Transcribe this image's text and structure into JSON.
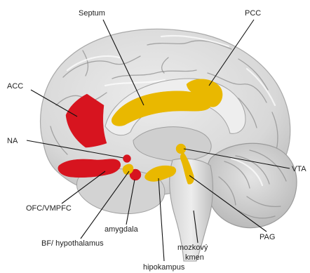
{
  "diagram": {
    "labels": {
      "septum": "Septum",
      "pcc": "PCC",
      "acc": "ACC",
      "na": "NA",
      "vta": "VTA",
      "ofc": "OFC/VMPFC",
      "amygdala": "amygdala",
      "bf": "BF/ hypothalamus",
      "hipokampus": "hipokampus",
      "mozkovy_line1": "mozkový",
      "mozkovy_line2": "kmen",
      "pag": "PAG"
    },
    "colors": {
      "red_region": "#d7141f",
      "yellow_region": "#e9b800",
      "brain_fill": "#dcdcdc",
      "brain_shadow": "#b9b9b9",
      "leader_line": "#111111",
      "label_text": "#222222"
    },
    "regions": [
      {
        "key": "acc",
        "color": "red"
      },
      {
        "key": "ofc",
        "color": "red"
      },
      {
        "key": "na",
        "color": "red"
      },
      {
        "key": "amygdala",
        "color": "red"
      },
      {
        "key": "septum",
        "color": "yellow"
      },
      {
        "key": "pcc",
        "color": "yellow"
      },
      {
        "key": "vta",
        "color": "yellow"
      },
      {
        "key": "pag",
        "color": "yellow"
      },
      {
        "key": "bf",
        "color": "yellow"
      },
      {
        "key": "hipokampus",
        "color": "yellow"
      }
    ]
  }
}
